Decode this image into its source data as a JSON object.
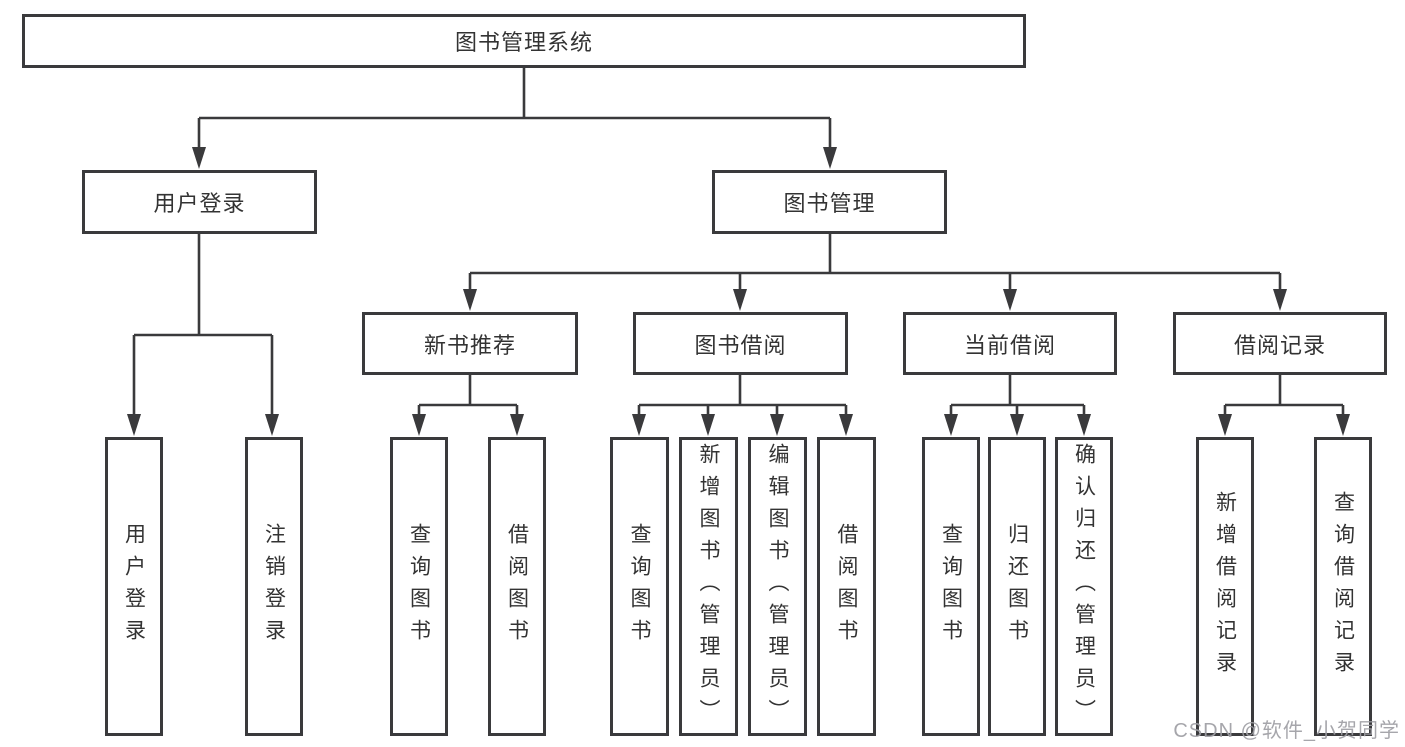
{
  "diagram": {
    "type": "hierarchy-tree",
    "colors": {
      "line": "#3a3a3c",
      "box_border": "#3a3a3c",
      "box_fill": "#ffffff",
      "text": "#333333",
      "watermark": "#9e9ea4",
      "background": "#ffffff"
    },
    "tree": {
      "label": "图书管理系统",
      "children": [
        {
          "label": "用户登录",
          "children": [
            {
              "label": "用户登录"
            },
            {
              "label": "注销登录"
            }
          ]
        },
        {
          "label": "图书管理",
          "children": [
            {
              "label": "新书推荐",
              "children": [
                {
                  "label": "查询图书"
                },
                {
                  "label": "借阅图书"
                }
              ]
            },
            {
              "label": "图书借阅",
              "children": [
                {
                  "label": "查询图书"
                },
                {
                  "label": "新增图书（管理员）"
                },
                {
                  "label": "编辑图书（管理员）"
                },
                {
                  "label": "借阅图书"
                }
              ]
            },
            {
              "label": "当前借阅",
              "children": [
                {
                  "label": "查询图书"
                },
                {
                  "label": "归还图书"
                },
                {
                  "label": "确认归还（管理员）"
                }
              ]
            },
            {
              "label": "借阅记录",
              "children": [
                {
                  "label": "新增借阅记录"
                },
                {
                  "label": "查询借阅记录"
                }
              ]
            }
          ]
        }
      ]
    },
    "watermark": "CSDN @软件_小贺同学"
  }
}
